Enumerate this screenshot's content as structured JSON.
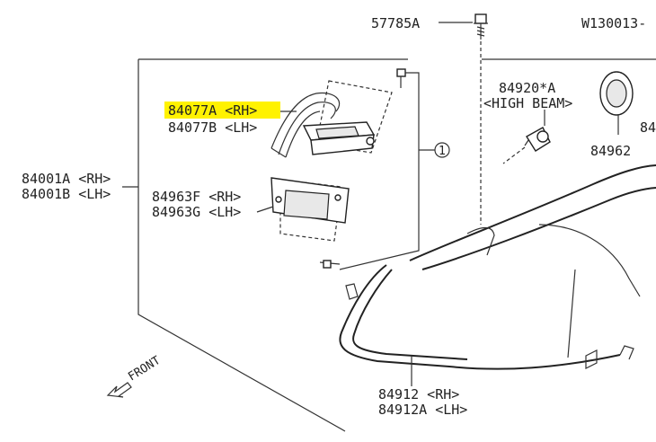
{
  "labels": {
    "bolt_top": "57785A",
    "ref_code": "W130013-",
    "module_rh": "84077A <RH>",
    "module_lh": "84077B <LH>",
    "bulb_no": "84920",
    "bulb_star": "*",
    "bulb_a": "A",
    "bulb_desc": "<HIGH BEAM>",
    "cap_part": "84962",
    "cap_part_partial": "84",
    "lamp_rh": "84001A <RH>",
    "lamp_lh": "84001B <LH>",
    "bracket_rh": "84963F <RH>",
    "bracket_lh": "84963G <LH>",
    "callout_1": "1",
    "lens_rh": "84912 <RH>",
    "lens_lh": "84912A <LH>",
    "front": "FRONT"
  },
  "highlight_color": "#fff200"
}
